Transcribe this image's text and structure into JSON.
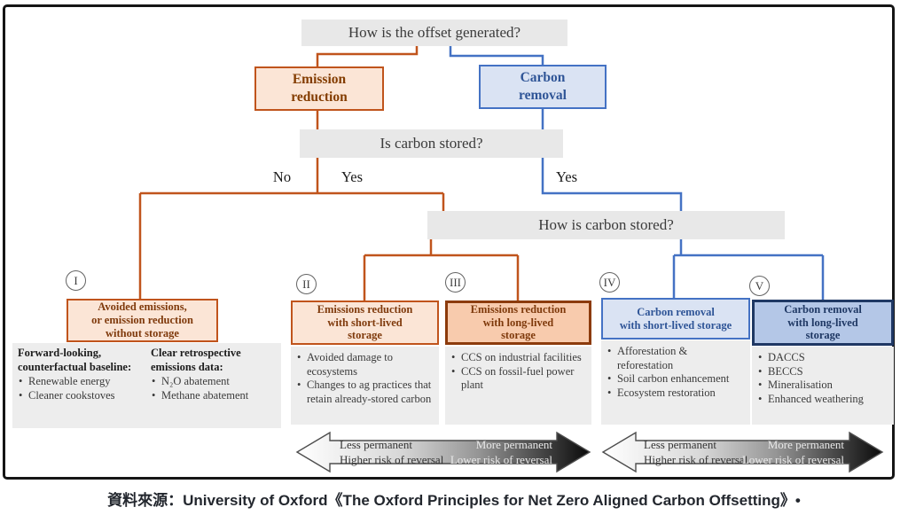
{
  "questions": {
    "q1": "How is the offset generated?",
    "q2": "Is carbon stored?",
    "q3": "How is carbon stored?"
  },
  "branches": {
    "no": "No",
    "yes_left": "Yes",
    "yes_right": "Yes"
  },
  "type_nodes": {
    "emission_reduction": "Emission\nreduction",
    "carbon_removal": "Carbon\nremoval"
  },
  "categories": [
    {
      "numeral": "I",
      "title": "Avoided emissions,\nor emission reduction\nwithout storage"
    },
    {
      "numeral": "II",
      "title": "Emissions reduction\nwith short-lived\nstorage"
    },
    {
      "numeral": "III",
      "title": "Emissions reduction\nwith long-lived\nstorage"
    },
    {
      "numeral": "IV",
      "title": "Carbon removal\nwith short-lived storage"
    },
    {
      "numeral": "V",
      "title": "Carbon removal\nwith long-lived\nstorage"
    }
  ],
  "panels": {
    "p1_col1_heading": "Forward-looking, counterfactual baseline:",
    "p1_col1_items": [
      "Renewable energy",
      "Cleaner cookstoves"
    ],
    "p1_col2_heading": "Clear retrospective emissions data:",
    "p1_col2_items": [
      "N₂O abatement",
      "Methane abatement"
    ],
    "p2_items": [
      "Avoided damage to ecosystems",
      "Changes to ag practices that retain already-stored carbon"
    ],
    "p3_items": [
      "CCS on industrial facilities",
      "CCS on fossil-fuel power plant"
    ],
    "p4_items": [
      "Afforestation & reforestation",
      "Soil carbon enhancement",
      "Ecosystem restoration"
    ],
    "p5_items": [
      "DACCS",
      "BECCS",
      "Mineralisation",
      "Enhanced weathering"
    ]
  },
  "arrows": {
    "left_line1": "Less permanent",
    "left_line2": "Higher risk of reversal",
    "right_line1": "More permanent",
    "right_line2": "Lower risk of reversal"
  },
  "caption": "資料來源：University of Oxford《The Oxford Principles for Net Zero Aligned Carbon Offsetting》•",
  "colors": {
    "orange_border": "#c0541c",
    "orange_fill_light": "#fbe5d6",
    "orange_fill_medium": "#f8cbad",
    "orange_text": "#833c00",
    "blue_border": "#4472c4",
    "blue_fill_light": "#dae3f3",
    "blue_fill_medium": "#b4c7e7",
    "navy_border": "#1f3864",
    "blue_text": "#2f5597",
    "question_bg": "#e8e8e8",
    "panel_bg": "#ededed",
    "frame_border": "#151515"
  }
}
